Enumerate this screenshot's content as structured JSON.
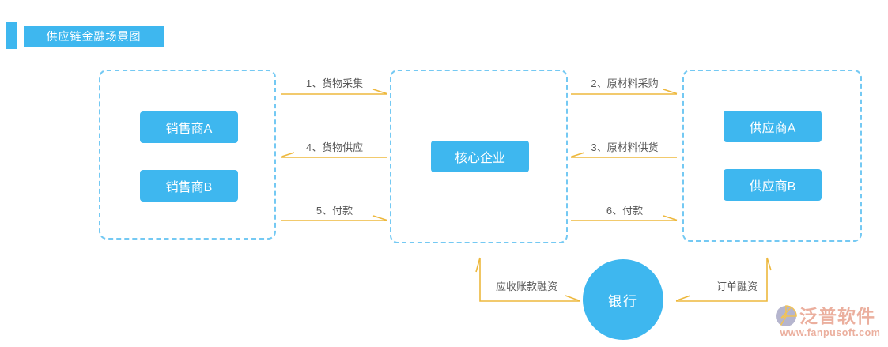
{
  "header": {
    "title": "供应链金融场景图"
  },
  "groups": {
    "sellers": {
      "items": [
        {
          "label": "销售商A"
        },
        {
          "label": "销售商B"
        }
      ]
    },
    "core": {
      "items": [
        {
          "label": "核心企业"
        }
      ]
    },
    "suppliers": {
      "items": [
        {
          "label": "供应商A"
        },
        {
          "label": "供应商B"
        }
      ]
    }
  },
  "flows": {
    "left": [
      {
        "label": "1、货物采集",
        "direction": "right"
      },
      {
        "label": "4、货物供应",
        "direction": "left"
      },
      {
        "label": "5、付款",
        "direction": "right"
      }
    ],
    "right": [
      {
        "label": "2、原材料采购",
        "direction": "right"
      },
      {
        "label": "3、原材料供货",
        "direction": "left"
      },
      {
        "label": "6、付款",
        "direction": "right"
      }
    ]
  },
  "bank": {
    "label": "银行",
    "left_flow_label": "应收账款融资",
    "right_flow_label": "订单融资"
  },
  "logo": {
    "name": "泛普软件",
    "url": "www.fanpusoft.com"
  },
  "colors": {
    "accent_blue": "#3EB7EF",
    "dashed_border_blue": "#74C9F3",
    "arrow_gold": "#EDB83D",
    "flow_label_text": "#595959",
    "logo_salmon": "#E8A28E",
    "logo_gray": "#A9A9C6"
  }
}
